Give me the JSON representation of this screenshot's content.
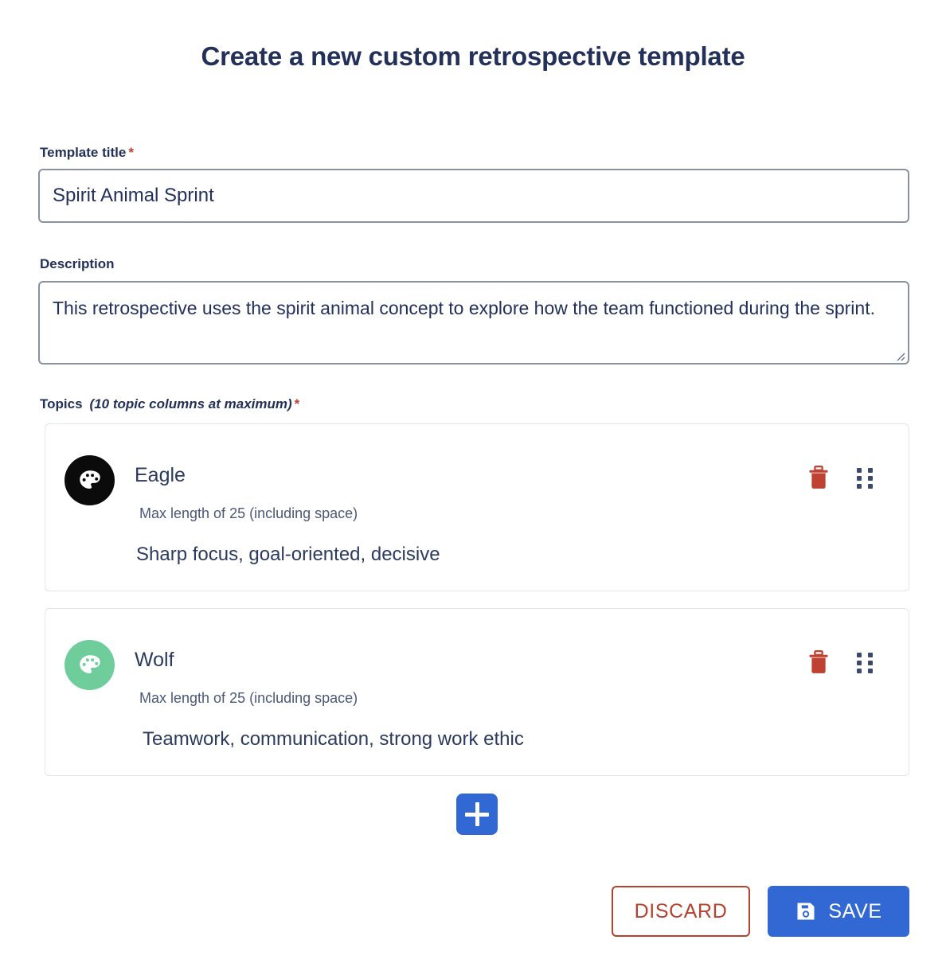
{
  "page": {
    "title": "Create a new custom retrospective template"
  },
  "form": {
    "title_field": {
      "label": "Template title",
      "required_marker": "*",
      "value": "Spirit Animal Sprint",
      "placeholder": ""
    },
    "description_field": {
      "label": "Description",
      "value": "This retrospective uses the spirit animal concept to explore how the team functioned during the sprint.",
      "placeholder": ""
    },
    "topics_section": {
      "label": "Topics",
      "note": "(10 topic columns at maximum)",
      "required_marker": "*",
      "items": [
        {
          "icon": "palette-icon",
          "icon_color": "#0b0b0b",
          "name": "Eagle",
          "hint": "Max length of 25 (including space)",
          "description": "Sharp focus, goal-oriented, decisive",
          "delete_icon": "trash-icon",
          "drag_icon": "drag-handle-icon"
        },
        {
          "icon": "palette-icon",
          "icon_color": "#6ecd9b",
          "name": "Wolf",
          "hint": "Max length of 25 (including space)",
          "description": "Teamwork, communication, strong work ethic",
          "delete_icon": "trash-icon",
          "drag_icon": "drag-handle-icon"
        }
      ],
      "add_button_icon": "plus-icon"
    }
  },
  "footer": {
    "discard_label": "DISCARD",
    "save_label": "SAVE",
    "save_icon": "floppy-disk-save-icon"
  },
  "colors": {
    "primary_blue": "#3268d4",
    "danger_red": "#b5412f",
    "text_navy": "#23305a",
    "muted_text": "#4a5878",
    "input_border": "#8a91a1",
    "card_border": "#e3e5ea"
  }
}
